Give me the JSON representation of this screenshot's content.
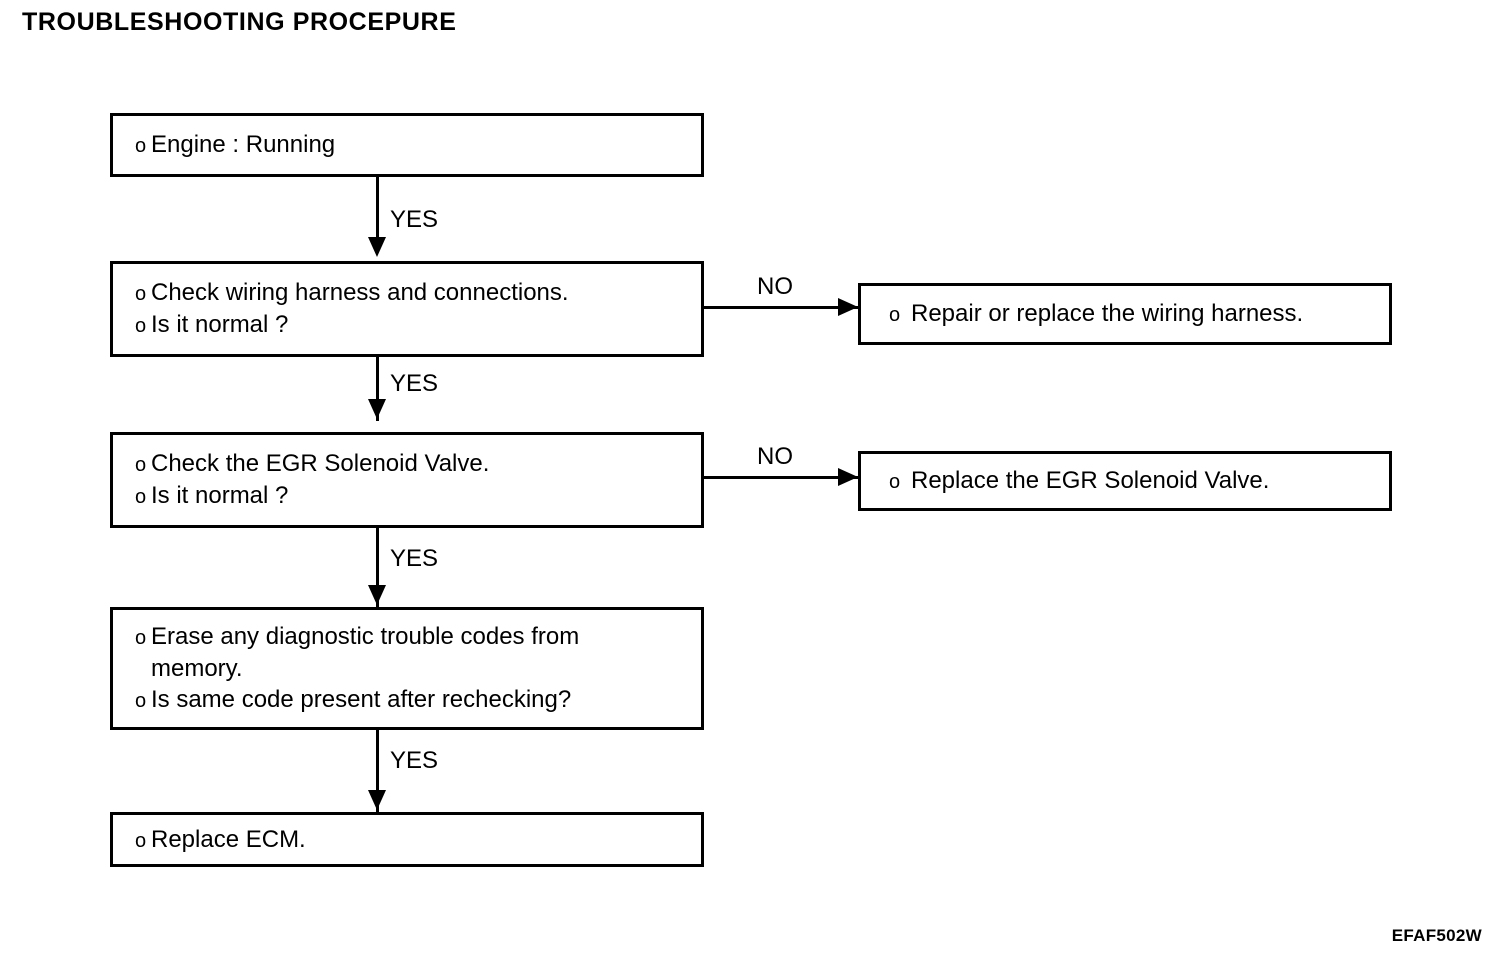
{
  "title": "TROUBLESHOOTING PROCEPURE",
  "footer_code": "EFAF502W",
  "bullet_glyph": "o",
  "colors": {
    "ink": "#000000",
    "paper": "#ffffff"
  },
  "chart_data": {
    "type": "diagram",
    "diagram_type": "flowchart",
    "title": "TROUBLESHOOTING PROCEPURE",
    "orientation": "top-down with right-side failure branches",
    "nodes": [
      {
        "id": "n1",
        "label": "Engine : Running",
        "lines": [
          "Engine : Running"
        ],
        "column": "main"
      },
      {
        "id": "n2",
        "label": "Check wiring harness and connections. / Is it normal ?",
        "lines": [
          "Check wiring harness and connections.",
          "Is it normal ?"
        ],
        "column": "main"
      },
      {
        "id": "n2b",
        "label": "Repair or replace the wiring harness.",
        "lines": [
          "Repair or replace the wiring harness."
        ],
        "column": "branch"
      },
      {
        "id": "n3",
        "label": "Check the EGR Solenoid Valve. / Is it normal ?",
        "lines": [
          "Check the EGR Solenoid Valve.",
          "Is it normal ?"
        ],
        "column": "main"
      },
      {
        "id": "n3b",
        "label": "Replace the EGR Solenoid Valve.",
        "lines": [
          "Replace the EGR Solenoid Valve."
        ],
        "column": "branch"
      },
      {
        "id": "n4",
        "label": "Erase any diagnostic trouble codes from memory. / Is same code present after rechecking?",
        "lines": [
          "Erase any diagnostic trouble codes from",
          "memory.",
          "Is same code present after rechecking?"
        ],
        "column": "main"
      },
      {
        "id": "n5",
        "label": "Replace ECM.",
        "lines": [
          "Replace ECM."
        ],
        "column": "main"
      }
    ],
    "edges": [
      {
        "from": "n1",
        "to": "n2",
        "label": "YES",
        "direction": "down"
      },
      {
        "from": "n2",
        "to": "n2b",
        "label": "NO",
        "direction": "right"
      },
      {
        "from": "n2",
        "to": "n3",
        "label": "YES",
        "direction": "down"
      },
      {
        "from": "n3",
        "to": "n3b",
        "label": "NO",
        "direction": "right"
      },
      {
        "from": "n3",
        "to": "n4",
        "label": "YES",
        "direction": "down"
      },
      {
        "from": "n4",
        "to": "n5",
        "label": "YES",
        "direction": "down"
      }
    ]
  },
  "boxes": {
    "engine_running": {
      "line1": "Engine : Running"
    },
    "check_wiring": {
      "line1": "Check wiring harness and connections.",
      "line2": "Is it normal ?"
    },
    "repair_wiring": {
      "line1": "Repair or replace the wiring harness."
    },
    "check_egr": {
      "line1": "Check the EGR Solenoid Valve.",
      "line2": "Is it normal ?"
    },
    "replace_egr": {
      "line1": "Replace the EGR Solenoid Valve."
    },
    "erase_codes": {
      "line1": "Erase any diagnostic trouble codes from",
      "line1_cont": "memory.",
      "line2": "Is same code present after rechecking?"
    },
    "replace_ecm": {
      "line1": "Replace ECM."
    }
  },
  "edge_labels": {
    "yes_1": "YES",
    "yes_2": "YES",
    "yes_3": "YES",
    "yes_4": "YES",
    "no_1": "NO",
    "no_2": "NO"
  }
}
